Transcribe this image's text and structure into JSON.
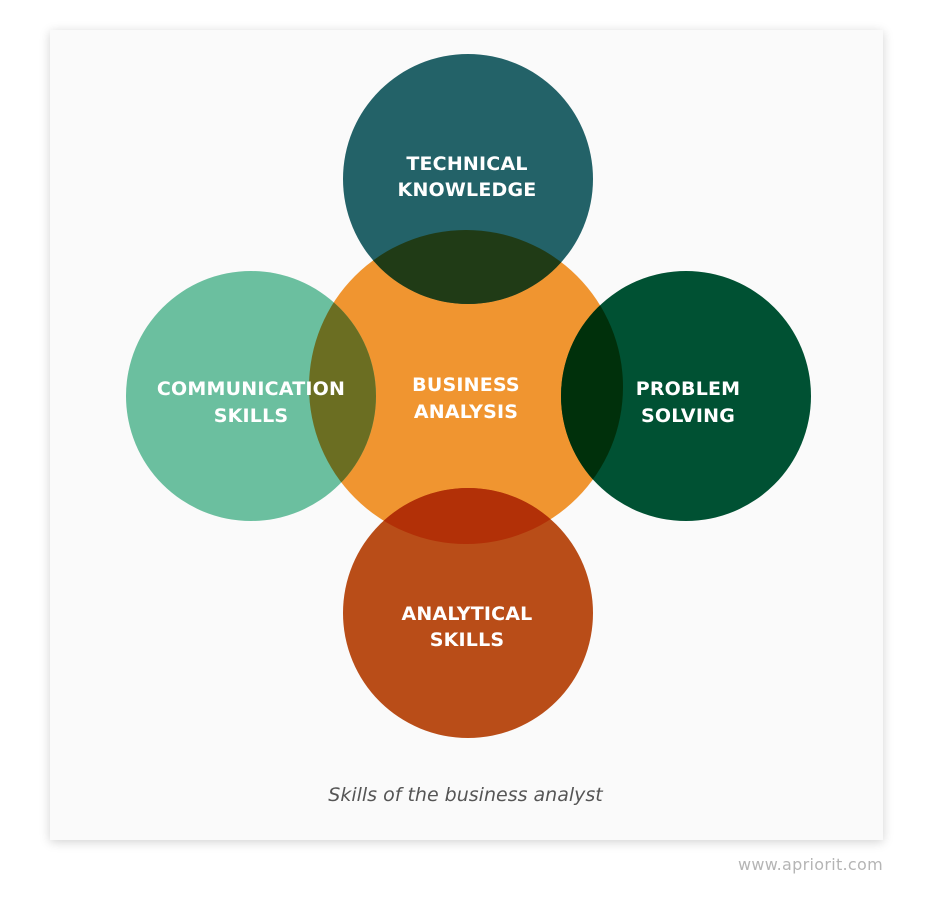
{
  "diagram": {
    "center": {
      "line1": "BUSINESS",
      "line2": "ANALYSIS",
      "color": "#f09530"
    },
    "top": {
      "line1": "TECHNICAL",
      "line2": "KNOWLEDGE",
      "color": "#1c5d63"
    },
    "left": {
      "line1": "COMMUNICATION",
      "line2": "SKILLS",
      "color": "#5cb895"
    },
    "right": {
      "line1": "PROBLEM",
      "line2": "SOLVING",
      "color": "#004c2d"
    },
    "bottom": {
      "line1": "ANALYTICAL",
      "line2": "SKILLS",
      "color": "#b84614"
    }
  },
  "caption": "Skills of the business analyst",
  "watermark": "www.apriorit.com"
}
